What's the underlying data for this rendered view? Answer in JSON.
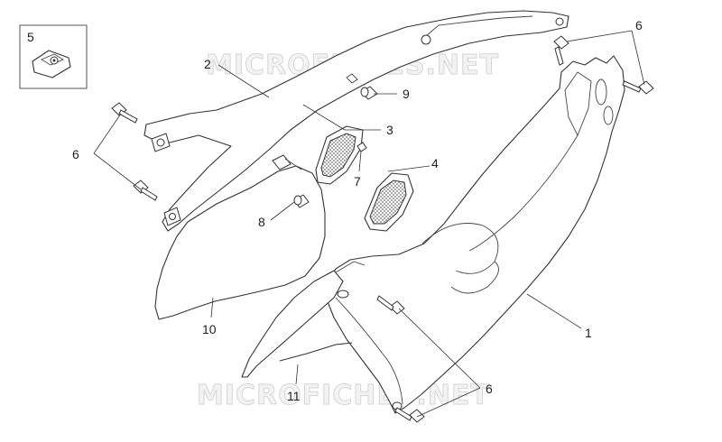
{
  "watermark": {
    "text": "MICROFICHES.NET"
  },
  "callouts": [
    {
      "id": "c1",
      "label": "1"
    },
    {
      "id": "c2",
      "label": "2"
    },
    {
      "id": "c3",
      "label": "3"
    },
    {
      "id": "c4",
      "label": "4"
    },
    {
      "id": "c5",
      "label": "5"
    },
    {
      "id": "c6a",
      "label": "6"
    },
    {
      "id": "c6b",
      "label": "6"
    },
    {
      "id": "c6c",
      "label": "6"
    },
    {
      "id": "c7",
      "label": "7"
    },
    {
      "id": "c8",
      "label": "8"
    },
    {
      "id": "c9",
      "label": "9"
    },
    {
      "id": "c10",
      "label": "10"
    },
    {
      "id": "c11",
      "label": "11"
    }
  ]
}
